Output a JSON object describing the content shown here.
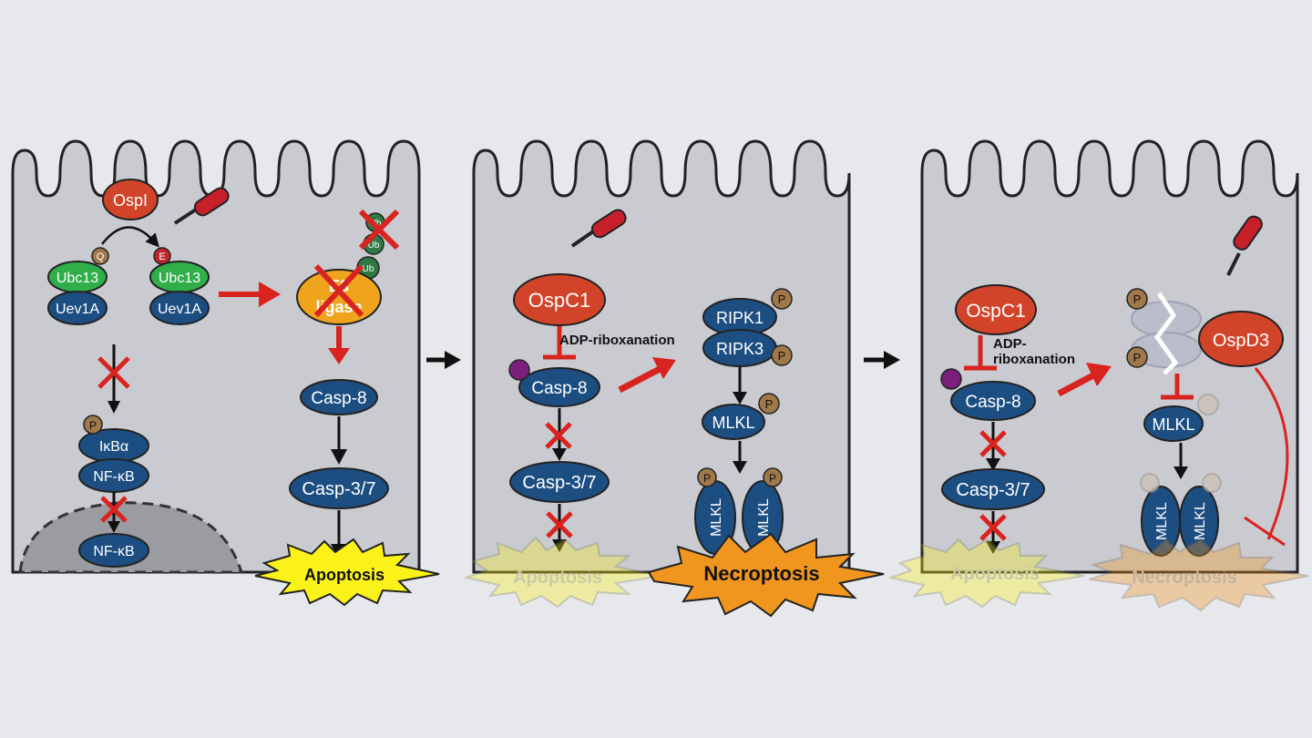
{
  "colors": {
    "background": "#e6e8ec",
    "cell_fill": "#c9cbd0",
    "nucleus_fill": "#9a9ca2",
    "protein_blue": "#1d4e82",
    "protein_green": "#2fae4a",
    "effector_red": "#d2442a",
    "e3_orange": "#f0a31c",
    "phospho_brown": "#a0784a",
    "inhibit_red": "#d9231f",
    "purple": "#7b1f7d",
    "apoptosis_yellow": "#fbf21a",
    "necroptosis_orange": "#f0951e"
  },
  "panel1": {
    "effector": "OspI",
    "q_mark": "Q",
    "e_mark": "E",
    "ubc13_left": "Ubc13",
    "uev1a_left": "Uev1A",
    "ubc13_right": "Ubc13",
    "uev1a_right": "Uev1A",
    "phospho": "P",
    "ikba": "IκBα",
    "nfkb_cyto": "NF-κB",
    "nfkb_nuc": "NF-κB",
    "ub1": "Ub",
    "ub2": "Ub",
    "ub3": "Ub",
    "e3_line1": "E3",
    "e3_line2": "ligase",
    "casp8": "Casp-8",
    "casp37": "Casp-3/7",
    "outcome": "Apoptosis"
  },
  "panel2": {
    "effector": "OspC1",
    "modification": "ADP-riboxanation",
    "casp8": "Casp-8",
    "casp37": "Casp-3/7",
    "ripk1": "RIPK1",
    "ripk3": "RIPK3",
    "mlkl": "MLKL",
    "mlkl_a": "MLKL",
    "mlkl_b": "MLKL",
    "phospho": "P",
    "faded_outcome": "Apoptosis",
    "outcome": "Necroptosis"
  },
  "panel3": {
    "effector1": "OspC1",
    "mod_line1": "ADP-",
    "mod_line2": "riboxanation",
    "casp8": "Casp-8",
    "casp37": "Casp-3/7",
    "effector2": "OspD3",
    "phospho": "P",
    "mlkl": "MLKL",
    "mlkl_a": "MLKL",
    "mlkl_b": "MLKL",
    "faded_outcome1": "Apoptosis",
    "faded_outcome2": "Necroptosis"
  }
}
